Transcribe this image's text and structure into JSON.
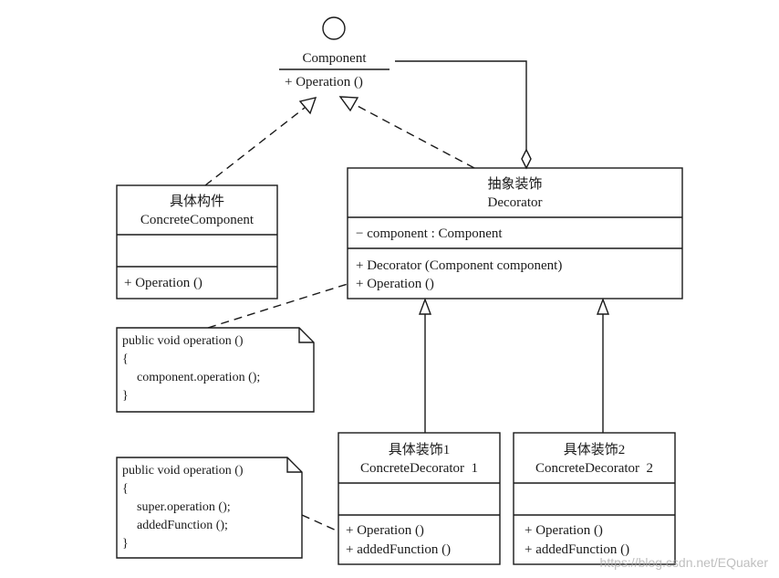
{
  "interface": {
    "name": "Component",
    "operation": "+ Operation ()"
  },
  "concrete_component": {
    "title_cn": "具体构件",
    "title_en": "ConcreteComponent",
    "operation": "+ Operation ()"
  },
  "decorator": {
    "title_cn": "抽象装饰",
    "title_en": "Decorator",
    "attribute": "− component : Component",
    "op1": "+ Decorator (Component component)",
    "op2": "+ Operation ()"
  },
  "concrete_decorator_1": {
    "title_cn": "具体装饰1",
    "title_en": "ConcreteDecorator  1",
    "op1": "+ Operation ()",
    "op2": "+ addedFunction ()"
  },
  "concrete_decorator_2": {
    "title_cn": "具体装饰2",
    "title_en": "ConcreteDecorator  2",
    "op1": "+ Operation ()",
    "op2": "+ addedFunction ()"
  },
  "note_decorator": {
    "line1": "public void operation ()",
    "line2": "{",
    "line3": "component.operation ();",
    "line4": "}"
  },
  "note_concrete_decorator": {
    "line1": "public void operation ()",
    "line2": "{",
    "line3": "super.operation ();",
    "line4": "addedFunction ();",
    "line5": "}"
  },
  "watermark": "https://blog.csdn.net/EQuaker"
}
